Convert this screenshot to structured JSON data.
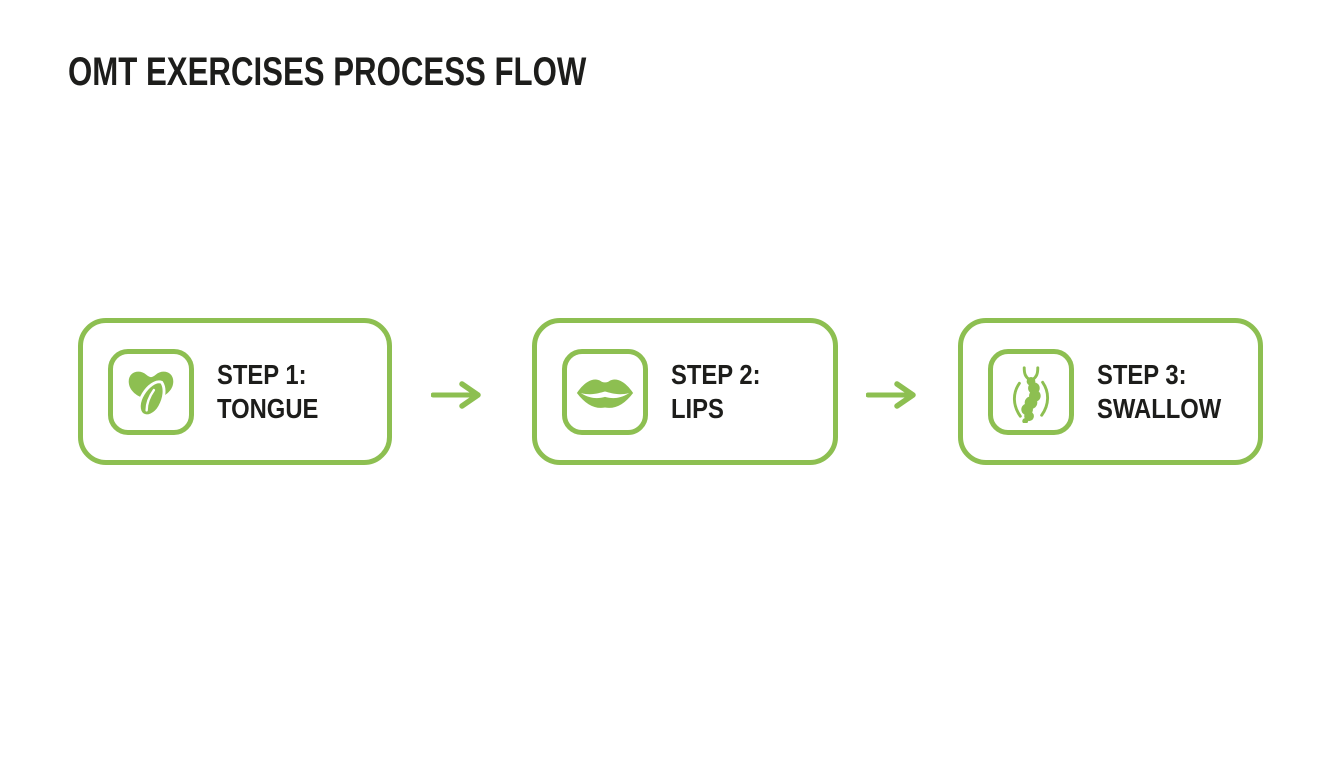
{
  "theme": {
    "accent_green": "#8dbf51",
    "text_color": "#1d1d1b",
    "background": "#ffffff"
  },
  "title": "OMT EXERCISES PROCESS FLOW",
  "steps": [
    {
      "label_line1": "STEP 1:",
      "label_line2": "TONGUE",
      "icon": "tongue-icon"
    },
    {
      "label_line1": "STEP 2:",
      "label_line2": "LIPS",
      "icon": "lips-icon"
    },
    {
      "label_line1": "STEP 3:",
      "label_line2": "SWALLOW",
      "icon": "swallow-icon"
    }
  ],
  "connectors": [
    {
      "icon": "arrow-right-icon"
    },
    {
      "icon": "arrow-right-icon"
    }
  ]
}
